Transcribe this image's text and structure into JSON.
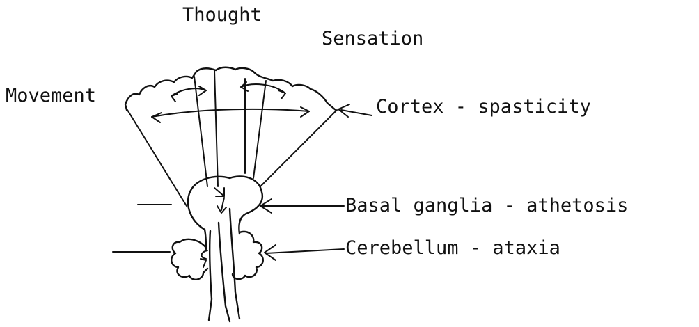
{
  "labels": {
    "thought": "Thought",
    "sensation": "Sensation",
    "movement": "Movement",
    "cortex": "Cortex - spasticity",
    "basal_ganglia": "Basal ganglia - athetosis",
    "cerebellum": "Cerebellum - ataxia"
  }
}
